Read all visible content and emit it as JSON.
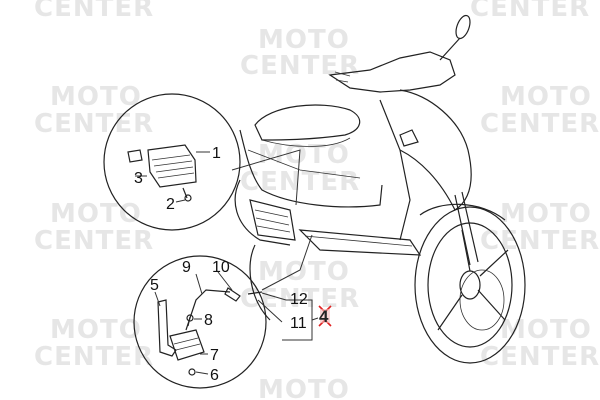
{
  "watermark": {
    "line1": "MOTO",
    "line2": "CENTER"
  },
  "callouts": {
    "c1": "1",
    "c2": "2",
    "c3": "3",
    "c4": "4",
    "c5": "5",
    "c6": "6",
    "c7": "7",
    "c8": "8",
    "c9": "9",
    "c10": "10",
    "c11": "11",
    "c12": "12"
  },
  "colors": {
    "highlight": "#e02020",
    "watermark": "#e6e6e6",
    "line": "#222222"
  }
}
